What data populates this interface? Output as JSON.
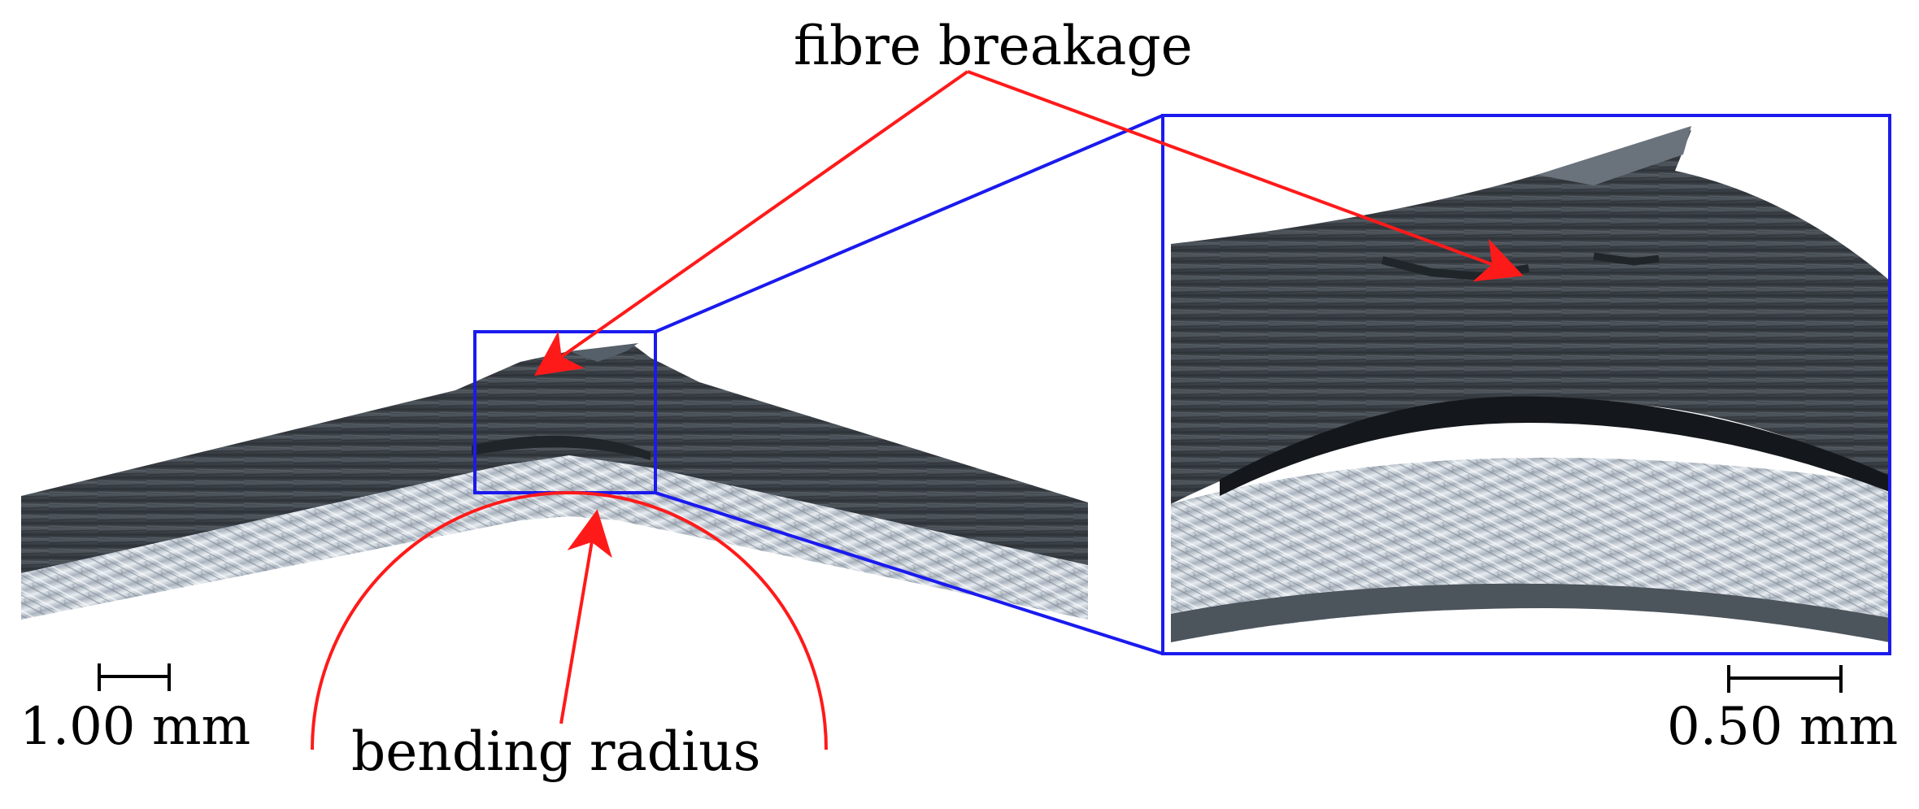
{
  "annotations": {
    "fibre_breakage": "fibre breakage",
    "bending_radius": "bending radius"
  },
  "scale_bars": {
    "overview": "1.00 mm",
    "detail": "0.50 mm"
  },
  "colors": {
    "annotation_arrow": "#ff1a1a",
    "zoom_frame": "#1a1aee",
    "composite_layer": "#3f454b",
    "metal_substrate": "#c9d2dc",
    "scale_bar": "#000000"
  },
  "icons": {
    "arrow": "arrow-icon"
  }
}
